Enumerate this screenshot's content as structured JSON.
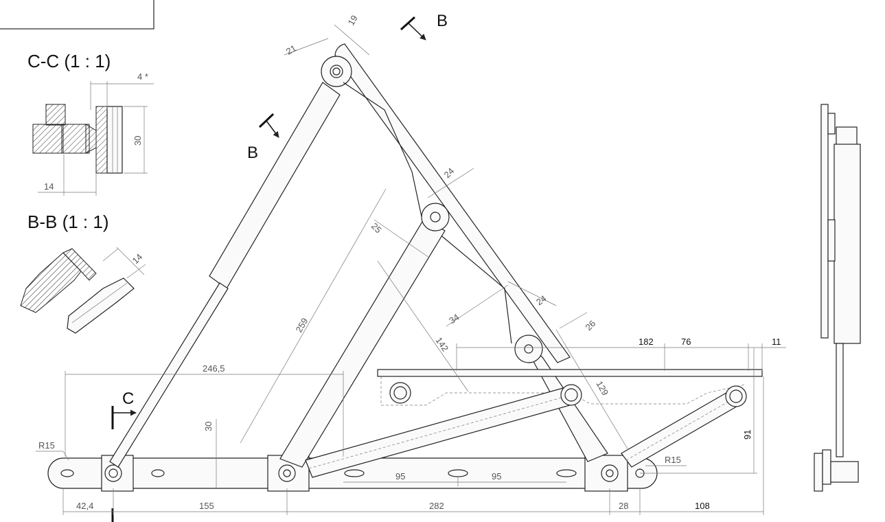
{
  "sections": {
    "cc_title": "C-C (1 : 1)",
    "bb_title": "B-B (1 : 1)"
  },
  "section_markers": {
    "b_top": "B",
    "b_left": "B",
    "c": "C"
  },
  "dimensions": {
    "d19": "19",
    "d21": "21",
    "d4": "4 *",
    "d30_cc": "30",
    "d14_cc": "14",
    "d14_bb": "14",
    "d24_a": "24",
    "d25": "25",
    "d24_b": "24",
    "d34": "34",
    "d26": "26",
    "d259": "259",
    "d142": "142",
    "d182": "182",
    "d76": "76",
    "d11": "11",
    "d246_5": "246,5",
    "d129": "129",
    "d30_main": "30",
    "d91": "91",
    "r15_left": "R15",
    "r15_right": "R15",
    "d95_a": "95",
    "d95_b": "95",
    "d42_4": "42,4",
    "d155": "155",
    "d282": "282",
    "d28": "28",
    "d108": "108"
  }
}
